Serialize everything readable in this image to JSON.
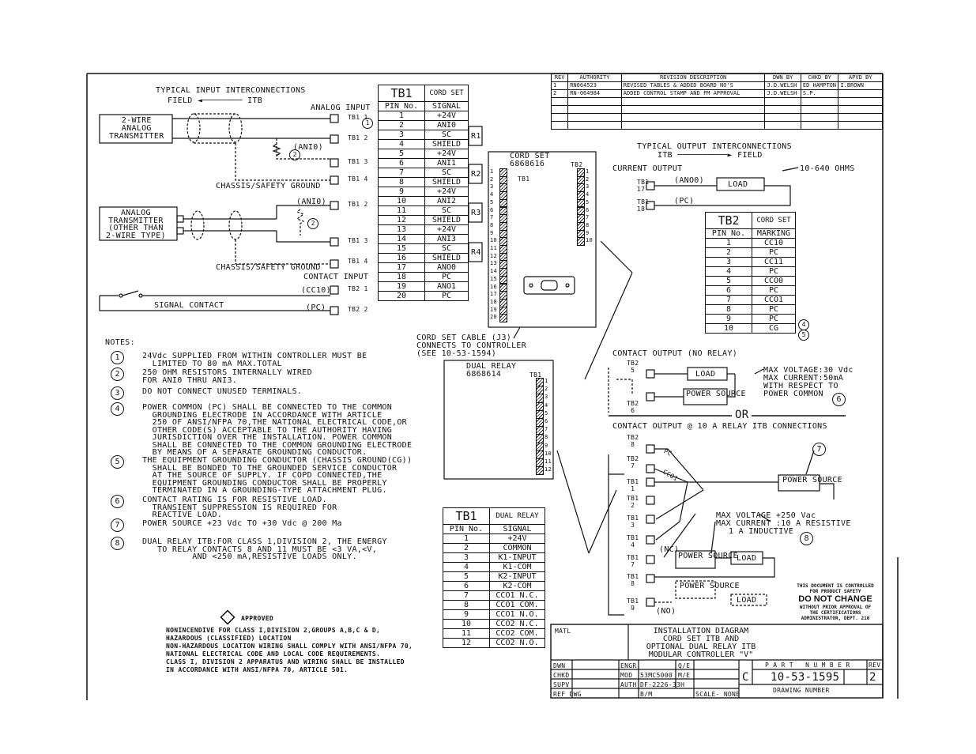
{
  "input_section": {
    "title": "TYPICAL INPUT INTERCONNECTIONS",
    "direction": "FIELD ◄──────── ITB",
    "analog_input": "ANALOG INPUT",
    "transmitter_2wire": [
      "2-WIRE",
      "ANALOG",
      "TRANSMITTER"
    ],
    "transmitter_other": [
      "ANALOG",
      "TRANSMITTER",
      "(OTHER THAN",
      "2-WIRE TYPE)"
    ],
    "chassis_ground": "CHASSIS/SAFETY GROUND",
    "contact_input": "CONTACT INPUT",
    "signal_contact": "SIGNAL CONTACT",
    "ani0": "(ANI0)",
    "cc10": "(CC10)",
    "pc": "(PC)",
    "terminals": [
      "TB1 1",
      "TB1 2",
      "TB1 3",
      "TB1 4",
      "TB1 2",
      "TB1 3",
      "TB1 4",
      "TB2 1",
      "TB2 2"
    ]
  },
  "tb1_cordset": {
    "title": "TB1",
    "set_label": "CORD SET",
    "col_pin": "PIN No.",
    "col_signal": "SIGNAL",
    "rows": [
      [
        "1",
        "+24V"
      ],
      [
        "2",
        "ANI0"
      ],
      [
        "3",
        "SC"
      ],
      [
        "4",
        "SHIELD"
      ],
      [
        "5",
        "+24V"
      ],
      [
        "6",
        "ANI1"
      ],
      [
        "7",
        "SC"
      ],
      [
        "8",
        "SHIELD"
      ],
      [
        "9",
        "+24V"
      ],
      [
        "10",
        "ANI2"
      ],
      [
        "11",
        "SC"
      ],
      [
        "12",
        "SHIELD"
      ],
      [
        "13",
        "+24V"
      ],
      [
        "14",
        "ANI3"
      ],
      [
        "15",
        "SC"
      ],
      [
        "16",
        "SHIELD"
      ],
      [
        "17",
        "ANO0"
      ],
      [
        "18",
        "PC"
      ],
      [
        "19",
        "ANO1"
      ],
      [
        "20",
        "PC"
      ]
    ],
    "groups": [
      "R1",
      "R2",
      "R3",
      "R4"
    ]
  },
  "cord_set_board": {
    "title": "CORD SET",
    "part": "6868616",
    "tb1": "TB1",
    "tb2": "TB2",
    "cable_note": [
      "CORD SET CABLE (J3)",
      "CONNECTS TO CONTROLLER",
      "(SEE 10-53-1594)"
    ]
  },
  "dual_relay_board": {
    "title": "DUAL RELAY",
    "part": "6868614",
    "tb1": "TB1"
  },
  "tb1_dual_relay": {
    "title": "TB1",
    "set_label": "DUAL RELAY",
    "col_pin": "PIN No.",
    "col_signal": "SIGNAL",
    "rows": [
      [
        "1",
        "+24V"
      ],
      [
        "2",
        "COMMON"
      ],
      [
        "3",
        "K1-INPUT"
      ],
      [
        "4",
        "K1-COM"
      ],
      [
        "5",
        "K2-INPUT"
      ],
      [
        "6",
        "K2-COM"
      ],
      [
        "7",
        "CCO1 N.C."
      ],
      [
        "8",
        "CCO1 COM."
      ],
      [
        "9",
        "CCO1 N.O."
      ],
      [
        "10",
        "CCO2 N.C."
      ],
      [
        "11",
        "CCO2 COM."
      ],
      [
        "12",
        "CCO2 N.O."
      ]
    ]
  },
  "tb2_cordset": {
    "title": "TB2",
    "set_label": "CORD SET",
    "col_pin": "PIN No.",
    "col_signal": "MARKING",
    "rows": [
      [
        "1",
        "CC10"
      ],
      [
        "2",
        "PC"
      ],
      [
        "3",
        "CC11"
      ],
      [
        "4",
        "PC"
      ],
      [
        "5",
        "CCO0"
      ],
      [
        "6",
        "PC"
      ],
      [
        "7",
        "CCO1"
      ],
      [
        "8",
        "PC"
      ],
      [
        "9",
        "PC"
      ],
      [
        "10",
        "CG"
      ]
    ]
  },
  "output_section": {
    "title": "TYPICAL OUTPUT INTERCONNECTIONS",
    "direction": "ITB ──────────► FIELD",
    "current_output": "CURRENT OUTPUT",
    "ohms": "10-640 OHMS",
    "load": "LOAD",
    "ano01": "(ANO0)",
    "pc1": "(PC)",
    "contact_no_relay": "CONTACT OUTPUT (NO RELAY)",
    "max_voltage_30": "MAX VOLTAGE:30 Vdc",
    "max_current_50": "MAX CURRENT:50mA",
    "respect": "WITH RESPECT TO",
    "power_common": "POWER COMMON",
    "power_source": "POWER SOURCE",
    "or": "OR",
    "contact_relay": "CONTACT OUTPUT @ 10 A RELAY ITB CONNECTIONS",
    "pc_label": "PC",
    "cco1_label": "CCO1",
    "max_voltage_250": "MAX VOLTAGE +250 Vac",
    "max_current_10": "MAX CURRENT :10 A RESISTIVE",
    "inductive": "1 A INDUCTIVE",
    "nc": "(NC)",
    "no": "(NO)"
  },
  "notes": {
    "heading": "NOTES:",
    "items": [
      {
        "num": "1",
        "text": "24Vdc SUPPLIED FROM WITHIN CONTROLLER MUST BE\n  LIMITED TO 80 mA MAX.TOTAL"
      },
      {
        "num": "2",
        "text": "250 OHM RESISTORS INTERNALLY WIRED\nFOR ANI0 THRU ANI3."
      },
      {
        "num": "3",
        "text": "DO NOT CONNECT UNUSED TERMINALS."
      },
      {
        "num": "4",
        "text": "POWER COMMON (PC) SHALL BE CONNECTED TO THE COMMON\n  GROUNDING ELECTRODE IN ACCORDANCE WITH ARTICLE\n  250 OF ANSI/NFPA 70,THE NATIONAL ELECTRICAL CODE,OR\n  OTHER CODE(S) ACCEPTABLE TO THE AUTHORITY HAVING\n  JURISDICTION OVER THE INSTALLATION. POWER COMMON\n  SHALL BE CONNECTED TO THE COMMON GROUNDING ELECTRODE\n  BY MEANS OF A SEPARATE GROUNDING CONDUCTOR."
      },
      {
        "num": "5",
        "text": "THE EQUIPMENT GROUNDING CONDUCTOR (CHASSIS GROUND(CG))\n  SHALL BE BONDED TO THE GROUNDED SERVICE CONDUCTOR\n  AT THE SOURCE OF SUPPLY. IF COPD CONNECTED,THE\n  EQUIPMENT GROUNDING CONDUCTOR SHALL BE PROPERLY\n  TERMINATED IN A GROUNDING-TYPE ATTACHMENT PLUG."
      },
      {
        "num": "6",
        "text": "CONTACT RATING IS FOR RESISTIVE LOAD.\n  TRANSIENT SUPPRESSION IS REQUIRED FOR\n  REACTIVE LOAD."
      },
      {
        "num": "7",
        "text": "POWER SOURCE +23 Vdc TO +30 Vdc @ 200 Ma"
      },
      {
        "num": "8",
        "text": "DUAL RELAY ITB:FOR CLASS 1,DIVISION 2, THE ENERGY\n   TO RELAY CONTACTS 8 AND 11 MUST BE <3 VA,<V,\n          AND <250 mA,RESISTIVE LOADS ONLY."
      }
    ]
  },
  "approval": {
    "approved": "APPROVED",
    "lines": [
      "NONINCENDIVE FOR CLASS I,DIVISION 2,GROUPS A,B,C & D,",
      "HAZARDOUS (CLASSIFIED) LOCATION",
      "NON-HAZARDOUS LOCATION WIRING SHALL COMPLY WITH ANSI/NFPA 70,",
      "NATIONAL ELECTRICAL CODE AND LOCAL CODE REQUIREMENTS.",
      "CLASS I, DIVISION 2 APPARATUS AND WIRING SHALL BE INSTALLED",
      "IN ACCORDANCE WITH ANSI/NFPA 70, ARTICLE 501."
    ]
  },
  "revision_block": {
    "headers": [
      "REV",
      "AUTHORITY",
      "REVISION DESCRIPTION",
      "DWN BY",
      "CHKD BY",
      "APVD BY"
    ],
    "rows": [
      [
        "1",
        "RN064523",
        "REVISED TABLES & ADDED BOARD NO'S",
        "J.D.WELSH",
        "ED HAMPTON",
        "I.BROWN"
      ],
      [
        "2",
        "RN-064984",
        "ADDED CONTROL STAMP AND FM APPROVAL",
        "J.D.WELSH",
        "S.P.",
        ""
      ]
    ]
  },
  "stamp": {
    "line1": "THIS DOCUMENT IS CONTROLLED",
    "line2": "FOR PRODUCT SAFETY",
    "main": "DO NOT CHANGE",
    "line3": "WITHOUT PRIOR APPROVAL OF",
    "line4": "THE CERTIFICATIONS",
    "line5": "ADMINISTRATOR, DEPT. 216"
  },
  "title_block": {
    "matl": "MATL",
    "title": [
      "INSTALLATION DIAGRAM",
      "CORD SET ITB AND",
      "OPTIONAL DUAL RELAY ITB",
      "MODULAR CONTROLLER \"V\""
    ],
    "part_number_label": "P A R T   N U M B E R",
    "rev_label": "REV",
    "size": "C",
    "part_number": "10-53-1595",
    "rev": "2",
    "drawing_number": "DRAWING NUMBER",
    "dwn": "DWN",
    "chkd": "CHKD",
    "supv": "SUPV",
    "ref_dwg": "REF DWG",
    "engr": "ENGR",
    "mod": "MOD",
    "auth": "AUTH",
    "qe": "Q/E",
    "me": "M/E",
    "mod_val": "53MC5000",
    "auth_val": "DF-2226-33H",
    "scale": "SCALE- NONE",
    "bm": "B/M"
  }
}
